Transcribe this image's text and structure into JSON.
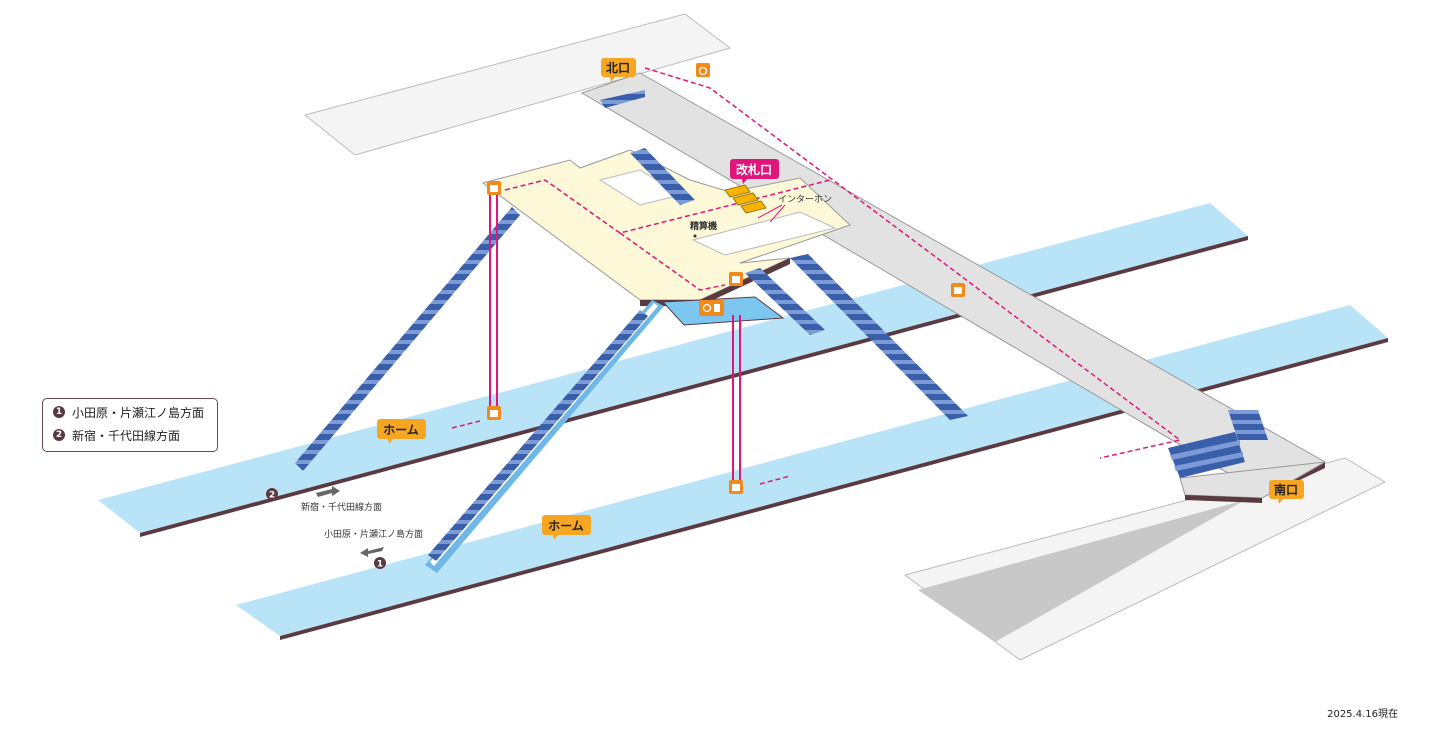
{
  "labels": {
    "north_exit": "北口",
    "south_exit": "南口",
    "ticket_gate": "改札口",
    "intercom": "インターホン",
    "fare_machine": "精算機",
    "platform_upper": "ホーム",
    "platform_lower": "ホーム",
    "direction_2": "新宿・千代田線方面",
    "direction_1": "小田原・片瀬江ノ島方面"
  },
  "legend": [
    {
      "num": "1",
      "text": "小田原・片瀬江ノ島方面"
    },
    {
      "num": "2",
      "text": "新宿・千代田線方面"
    }
  ],
  "date": "2025.4.16現在",
  "colors": {
    "concourse": "#fdf8d8",
    "platform": "#b9e3f6",
    "passage": "#e2e2e2",
    "stairs": "#3a5faa",
    "exit_tag": "#f6a623",
    "gate_tag": "#e0177a",
    "route": "#e0177a",
    "elevator": "#f08a1c"
  },
  "icons": [
    "elevator-icon",
    "wheelchair-icon",
    "toilet-icon",
    "multi-toilet-icon"
  ]
}
